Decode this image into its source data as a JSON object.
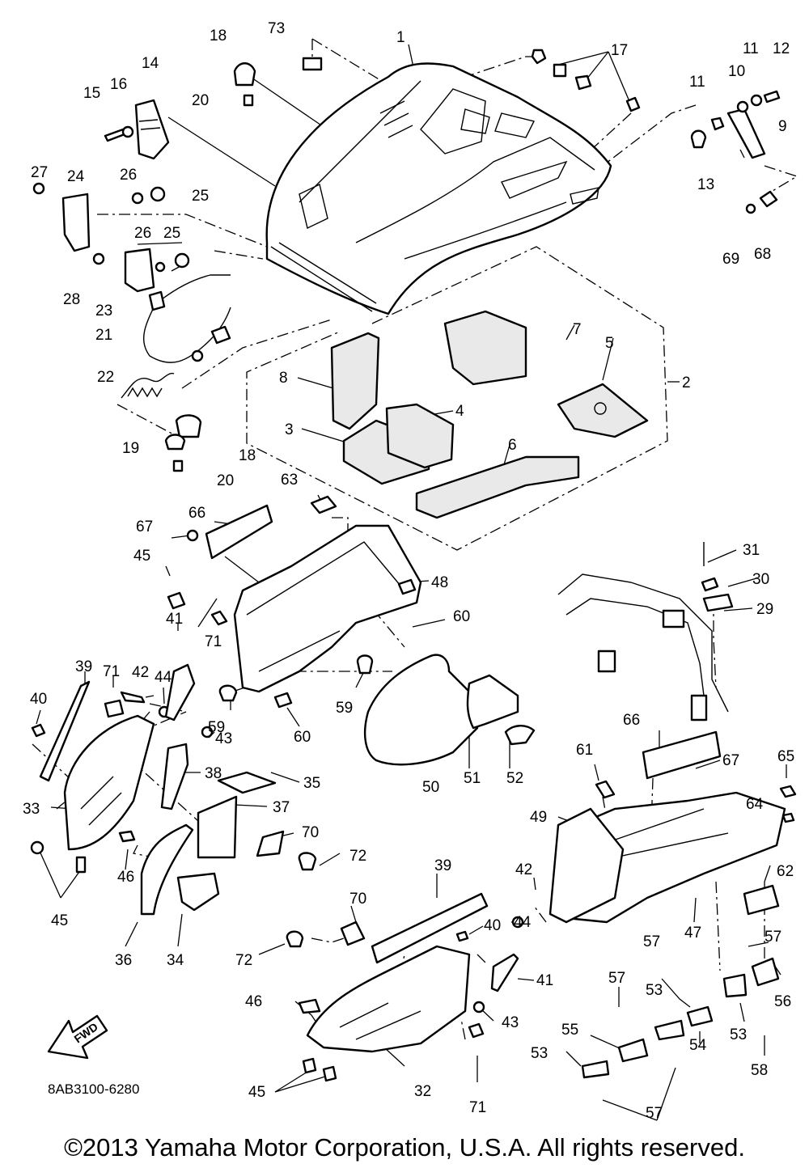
{
  "diagram": {
    "drawing_code": "8AB3100-6280",
    "fwd_label": "FWD",
    "callouts": [
      {
        "id": "c1",
        "text": "1"
      },
      {
        "id": "c2",
        "text": "2"
      },
      {
        "id": "c3",
        "text": "3"
      },
      {
        "id": "c4",
        "text": "4"
      },
      {
        "id": "c5",
        "text": "5"
      },
      {
        "id": "c6",
        "text": "6"
      },
      {
        "id": "c7",
        "text": "7"
      },
      {
        "id": "c8",
        "text": "8"
      },
      {
        "id": "c9",
        "text": "9"
      },
      {
        "id": "c10",
        "text": "10"
      },
      {
        "id": "c11a",
        "text": "11"
      },
      {
        "id": "c11b",
        "text": "11"
      },
      {
        "id": "c12",
        "text": "12"
      },
      {
        "id": "c13",
        "text": "13"
      },
      {
        "id": "c14",
        "text": "14"
      },
      {
        "id": "c15",
        "text": "15"
      },
      {
        "id": "c16",
        "text": "16"
      },
      {
        "id": "c17",
        "text": "17"
      },
      {
        "id": "c18a",
        "text": "18"
      },
      {
        "id": "c18b",
        "text": "18"
      },
      {
        "id": "c19",
        "text": "19"
      },
      {
        "id": "c20a",
        "text": "20"
      },
      {
        "id": "c20b",
        "text": "20"
      },
      {
        "id": "c21",
        "text": "21"
      },
      {
        "id": "c22",
        "text": "22"
      },
      {
        "id": "c23",
        "text": "23"
      },
      {
        "id": "c24",
        "text": "24"
      },
      {
        "id": "c25a",
        "text": "25"
      },
      {
        "id": "c25b",
        "text": "25"
      },
      {
        "id": "c26a",
        "text": "26"
      },
      {
        "id": "c26b",
        "text": "26"
      },
      {
        "id": "c27",
        "text": "27"
      },
      {
        "id": "c28",
        "text": "28"
      },
      {
        "id": "c29",
        "text": "29"
      },
      {
        "id": "c30",
        "text": "30"
      },
      {
        "id": "c31",
        "text": "31"
      },
      {
        "id": "c32",
        "text": "32"
      },
      {
        "id": "c33",
        "text": "33"
      },
      {
        "id": "c34",
        "text": "34"
      },
      {
        "id": "c35",
        "text": "35"
      },
      {
        "id": "c36",
        "text": "36"
      },
      {
        "id": "c37",
        "text": "37"
      },
      {
        "id": "c38",
        "text": "38"
      },
      {
        "id": "c39a",
        "text": "39"
      },
      {
        "id": "c39b",
        "text": "39"
      },
      {
        "id": "c40a",
        "text": "40"
      },
      {
        "id": "c40b",
        "text": "40"
      },
      {
        "id": "c41a",
        "text": "41"
      },
      {
        "id": "c41b",
        "text": "41"
      },
      {
        "id": "c42a",
        "text": "42"
      },
      {
        "id": "c42b",
        "text": "42"
      },
      {
        "id": "c43a",
        "text": "43"
      },
      {
        "id": "c43b",
        "text": "43"
      },
      {
        "id": "c44a",
        "text": "44"
      },
      {
        "id": "c44b",
        "text": "44"
      },
      {
        "id": "c45a",
        "text": "45"
      },
      {
        "id": "c45b",
        "text": "45"
      },
      {
        "id": "c45c",
        "text": "45"
      },
      {
        "id": "c46a",
        "text": "46"
      },
      {
        "id": "c46b",
        "text": "46"
      },
      {
        "id": "c47",
        "text": "47"
      },
      {
        "id": "c48",
        "text": "48"
      },
      {
        "id": "c49",
        "text": "49"
      },
      {
        "id": "c50",
        "text": "50"
      },
      {
        "id": "c51",
        "text": "51"
      },
      {
        "id": "c52",
        "text": "52"
      },
      {
        "id": "c53a",
        "text": "53"
      },
      {
        "id": "c53b",
        "text": "53"
      },
      {
        "id": "c53c",
        "text": "53"
      },
      {
        "id": "c54",
        "text": "54"
      },
      {
        "id": "c55",
        "text": "55"
      },
      {
        "id": "c56",
        "text": "56"
      },
      {
        "id": "c57a",
        "text": "57"
      },
      {
        "id": "c57b",
        "text": "57"
      },
      {
        "id": "c57c",
        "text": "57"
      },
      {
        "id": "c57d",
        "text": "57"
      },
      {
        "id": "c58",
        "text": "58"
      },
      {
        "id": "c59a",
        "text": "59"
      },
      {
        "id": "c59b",
        "text": "59"
      },
      {
        "id": "c60a",
        "text": "60"
      },
      {
        "id": "c60b",
        "text": "60"
      },
      {
        "id": "c61",
        "text": "61"
      },
      {
        "id": "c62",
        "text": "62"
      },
      {
        "id": "c63",
        "text": "63"
      },
      {
        "id": "c64",
        "text": "64"
      },
      {
        "id": "c65",
        "text": "65"
      },
      {
        "id": "c66a",
        "text": "66"
      },
      {
        "id": "c66b",
        "text": "66"
      },
      {
        "id": "c67a",
        "text": "67"
      },
      {
        "id": "c67b",
        "text": "67"
      },
      {
        "id": "c68",
        "text": "68"
      },
      {
        "id": "c69",
        "text": "69"
      },
      {
        "id": "c70a",
        "text": "70"
      },
      {
        "id": "c70b",
        "text": "70"
      },
      {
        "id": "c71a",
        "text": "71"
      },
      {
        "id": "c71b",
        "text": "71"
      },
      {
        "id": "c71c",
        "text": "71"
      },
      {
        "id": "c72a",
        "text": "72"
      },
      {
        "id": "c72b",
        "text": "72"
      },
      {
        "id": "c73",
        "text": "73"
      }
    ]
  },
  "footer": {
    "copyright": "©2013 Yamaha Motor Corporation, U.S.A. All rights reserved."
  }
}
